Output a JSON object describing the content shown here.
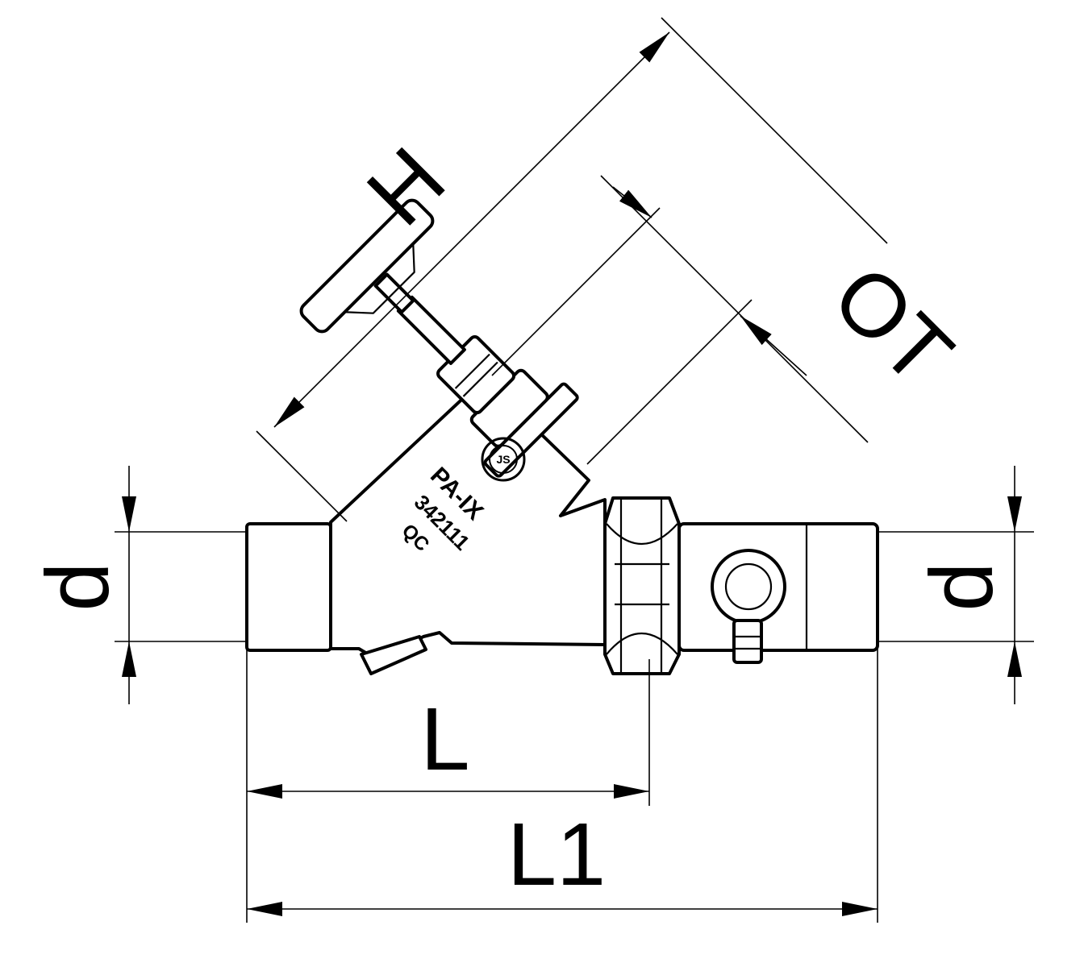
{
  "dimensions": {
    "H": "H",
    "OT": "OT",
    "d_left": "d",
    "d_right": "d",
    "L": "L",
    "L1": "L1"
  },
  "body_markings": {
    "line1": "PA-IX",
    "line2": "342111",
    "line3": "QC",
    "logo": "JS"
  }
}
